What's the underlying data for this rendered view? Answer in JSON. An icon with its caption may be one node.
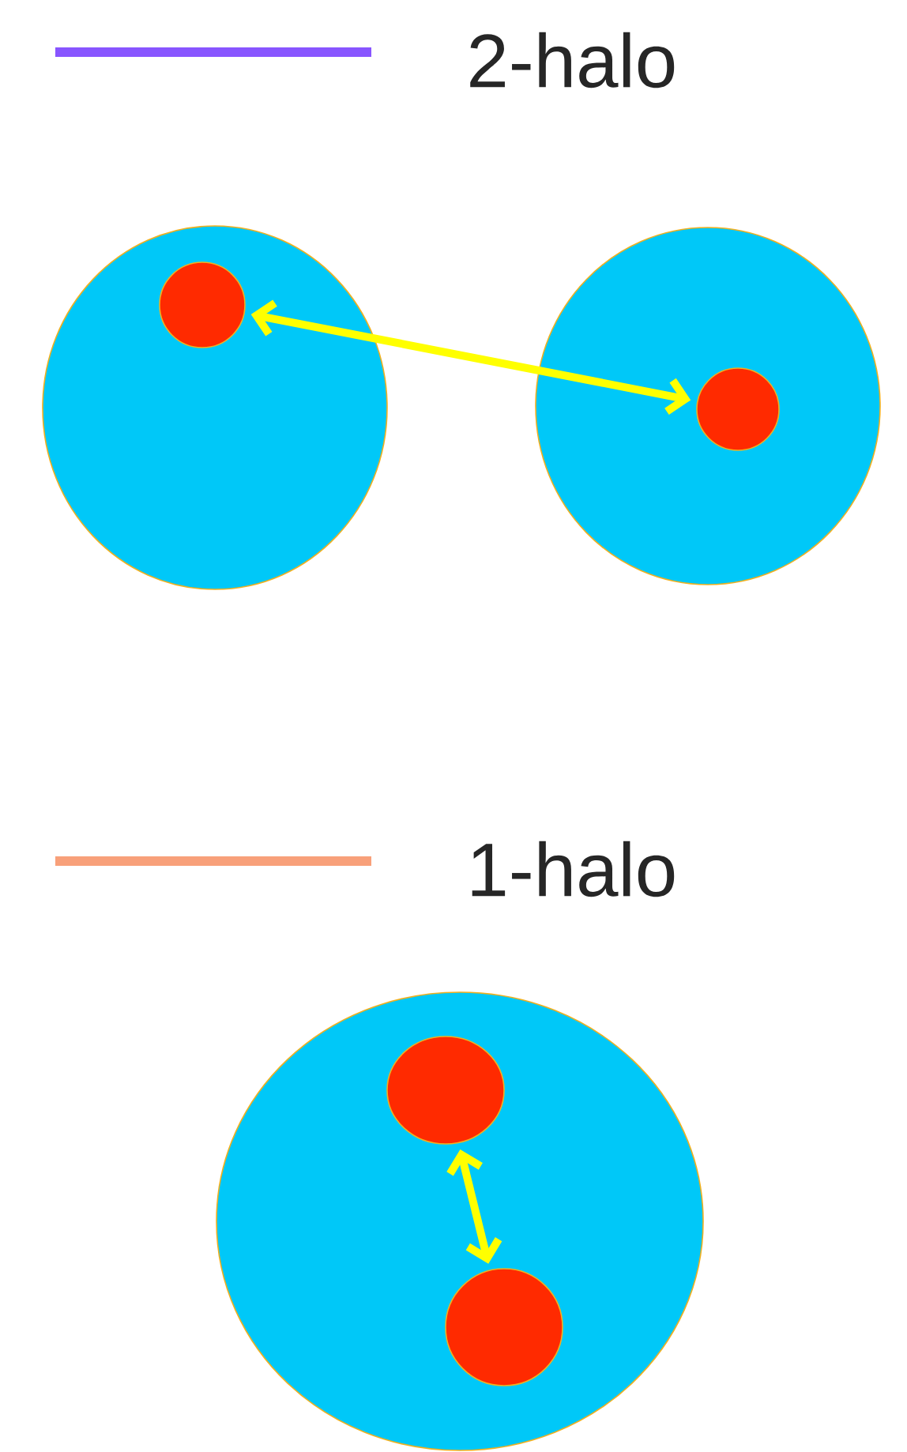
{
  "diagram": {
    "nodes": [
      {
        "text": [],
        "shape": "circle"
      },
      {
        "text": [],
        "shape": "circle",
        "in": 0
      },
      {
        "text": [],
        "shape": "circle"
      },
      {
        "text": [],
        "shape": "circle",
        "in": 2
      },
      {
        "text": [],
        "shape": "circle"
      },
      {
        "text": [],
        "shape": "circle",
        "in": 4
      },
      {
        "text": [],
        "shape": "circle",
        "in": 4
      }
    ],
    "edges": [
      {
        "from": 1,
        "to": 3,
        "arrow": "both"
      },
      {
        "from": 5,
        "to": 6,
        "arrow": "both"
      }
    ],
    "legend": [
      {
        "text": "2-halo"
      },
      {
        "text": "1-halo"
      }
    ]
  }
}
